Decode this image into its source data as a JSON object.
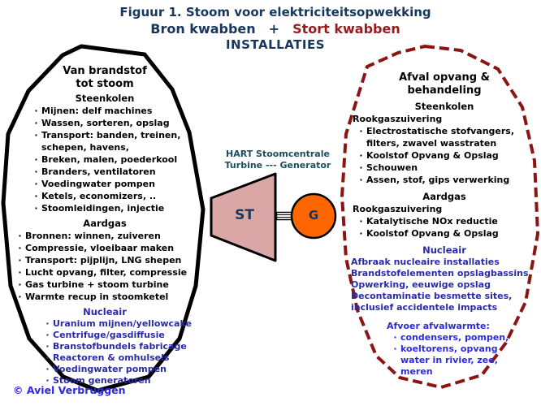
{
  "colors": {
    "navy": "#17375E",
    "dark_red": "#9B1B1B",
    "dash_red": "#8B1414",
    "blue_mid": "#2B2BA6",
    "blue_bright": "#2B2BDC",
    "hart": "#1B4F5E",
    "pink": "#DBA6A6",
    "orange": "#FF6600",
    "black": "#000000"
  },
  "title": {
    "line1": "Figuur 1. Stoom voor elektriciteitsopwekking",
    "bron": "Bron kwabben",
    "plus": "+",
    "stort": "Stort kwabben",
    "line3": "INSTALLATIES"
  },
  "left_oval": {
    "heading1": "Van brandstof",
    "heading2": "tot stoom",
    "steenkolen": {
      "title": "Steenkolen",
      "items": [
        {
          "t": "Mijnen: delf machines",
          "b": 1
        },
        {
          "t": "Wassen, sorteren, opslag",
          "b": 1
        },
        {
          "t": "Transport: banden, treinen,",
          "b": 1
        },
        {
          "t": "schepen, havens,",
          "b": 0
        },
        {
          "t": "Breken, malen, poederkool",
          "b": 1
        },
        {
          "t": "Branders, ventilatoren",
          "b": 1
        },
        {
          "t": "Voedingwater pompen",
          "b": 1
        },
        {
          "t": "Ketels, economizers, ..",
          "b": 1
        },
        {
          "t": "Stoomleidingen, injectie",
          "b": 1
        }
      ]
    },
    "aardgas": {
      "title": "Aardgas",
      "items": [
        {
          "t": "Bronnen: winnen, zuiveren",
          "b": 1
        },
        {
          "t": "Compressie, vloeibaar maken",
          "b": 1
        },
        {
          "t": "Transport: pijplijn, LNG shepen",
          "b": 1
        },
        {
          "t": "Lucht opvang, filter, compressie",
          "b": 1
        },
        {
          "t": "Gas turbine + stoom turbine",
          "b": 1
        },
        {
          "t": "Warmte recup in stoomketel",
          "b": 1
        }
      ]
    },
    "nucleair": {
      "title": "Nucleair",
      "items": [
        {
          "t": "Uranium mijnen/yellowcake",
          "b": 1
        },
        {
          "t": "Centrifuge/gasdiffusie",
          "b": 1
        },
        {
          "t": "Branstofbundels fabricage",
          "b": 1
        },
        {
          "t": "Reactoren & omhulsels",
          "b": 1
        },
        {
          "t": "Voedingwater pompen",
          "b": 1
        },
        {
          "t": "Stoom generatoren",
          "b": 1
        }
      ]
    }
  },
  "center": {
    "label1": "HART Stoomcentrale",
    "label2": "Turbine --- Generator",
    "turbine_label": "ST",
    "generator_label": "G"
  },
  "right_oval": {
    "heading1": "Afval opvang &",
    "heading2": "behandeling",
    "steenkolen": {
      "title": "Steenkolen",
      "subtitle": "Rookgaszuivering",
      "items": [
        {
          "t": "Electrostatische stofvangers,",
          "b": 1
        },
        {
          "t": "filters, zwavel wasstraten",
          "b": 0
        },
        {
          "t": "Koolstof Opvang & Opslag",
          "b": 1
        },
        {
          "t": "Schouwen",
          "b": 1
        },
        {
          "t": "Assen, stof, gips verwerking",
          "b": 1
        }
      ]
    },
    "aardgas": {
      "title": "Aardgas",
      "subtitle": "Rookgaszuivering",
      "items": [
        {
          "t": "Katalytische NOx reductie",
          "b": 1
        },
        {
          "t": "Koolstof Opvang & Opslag",
          "b": 1
        }
      ]
    },
    "nucleair": {
      "title": "Nucleair",
      "items": [
        {
          "t": "Afbraak nucleaire installaties",
          "b": 0
        },
        {
          "t": "Brandstofelementen opslagbassins",
          "b": 0
        },
        {
          "t": "Opwerking, eeuwige opslag",
          "b": 0
        },
        {
          "t": "Decontaminatie besmette sites,",
          "b": 0
        },
        {
          "t": "inclusief accidentele impacts",
          "b": 0
        }
      ]
    },
    "afvalwarmte": {
      "title": "Afvoer afvalwarmte:",
      "items": [
        {
          "t": "condensers, pompen,",
          "b": 1
        },
        {
          "t": "koeltorens, opvang",
          "b": 1
        },
        {
          "t": "water in rivier, zee,",
          "b": 0
        },
        {
          "t": "meren",
          "b": 0
        }
      ]
    }
  },
  "footer": {
    "copyright": "© Aviel Verbruggen"
  }
}
